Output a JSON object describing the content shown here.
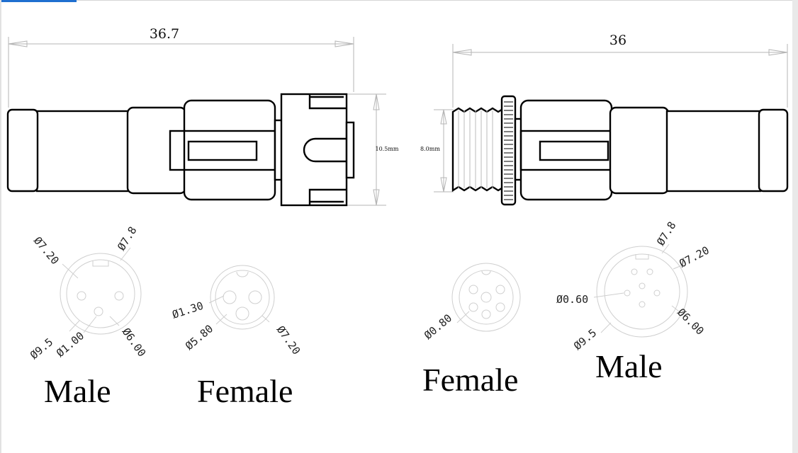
{
  "left_connector": {
    "length_dim": "36.7",
    "height_dim": "10.5mm"
  },
  "right_connector": {
    "length_dim": "36",
    "height_dim": "8.0mm"
  },
  "pin_views": {
    "male_3pin": {
      "label": "Male",
      "dims": [
        "Ø7.20",
        "Ø7.8",
        "Ø9.5",
        "Ø1.00",
        "Ø6.00"
      ]
    },
    "female_3pin": {
      "label": "Female",
      "dims": [
        "Ø1.30",
        "Ø5.80",
        "Ø7.20"
      ]
    },
    "female_5pin": {
      "label": "Female",
      "dims": [
        "Ø0.80"
      ]
    },
    "male_5pin": {
      "label": "Male",
      "dims": [
        "Ø7.8",
        "Ø7.20",
        "Ø0.60",
        "Ø9.5",
        "Ø6.00"
      ]
    }
  },
  "colors": {
    "accent": "#1f6fd0",
    "outline": "#000000",
    "dimension_line": "#b5b5b5"
  }
}
